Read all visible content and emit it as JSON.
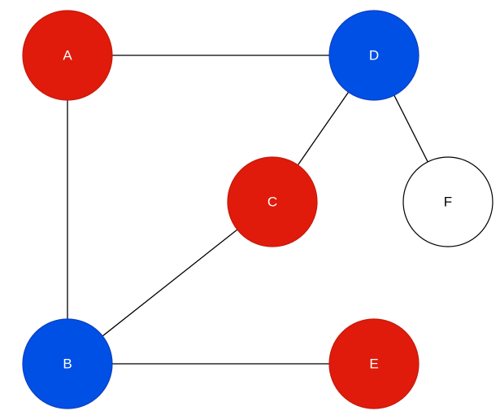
{
  "diagram": {
    "nodes": [
      {
        "id": "A",
        "label": "A",
        "color": "red"
      },
      {
        "id": "D",
        "label": "D",
        "color": "blue"
      },
      {
        "id": "C",
        "label": "C",
        "color": "red"
      },
      {
        "id": "F",
        "label": "F",
        "color": "white"
      },
      {
        "id": "B",
        "label": "B",
        "color": "blue"
      },
      {
        "id": "E",
        "label": "E",
        "color": "red"
      }
    ],
    "edges": [
      {
        "from": "A",
        "to": "D"
      },
      {
        "from": "A",
        "to": "B"
      },
      {
        "from": "D",
        "to": "C"
      },
      {
        "from": "D",
        "to": "F"
      },
      {
        "from": "C",
        "to": "B"
      },
      {
        "from": "B",
        "to": "E"
      }
    ]
  },
  "colors": {
    "red": {
      "fill": "#e01b0b",
      "stroke": "#c41a0c",
      "text": "#ffffff"
    },
    "blue": {
      "fill": "#0050e6",
      "stroke": "#0b3fbf",
      "text": "#ffffff"
    },
    "white": {
      "fill": "#ffffff",
      "stroke": "#000000",
      "text": "#000000"
    },
    "edge": "#000000"
  }
}
